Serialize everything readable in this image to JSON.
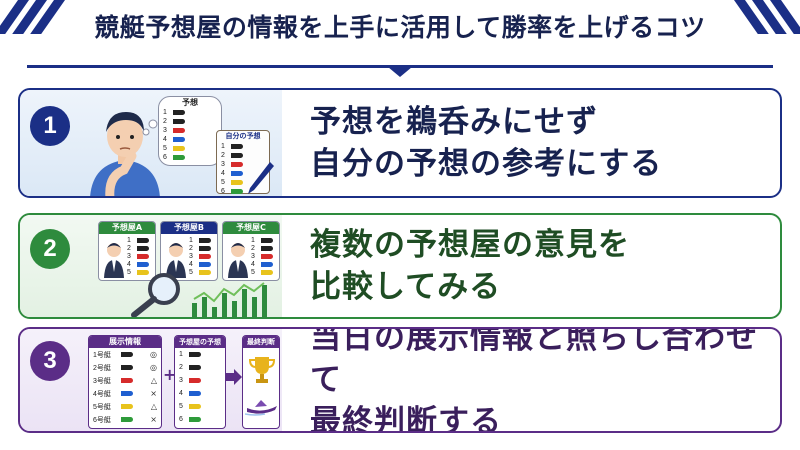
{
  "header": {
    "title": "競艇予想屋の情報を上手に活用して勝率を上げるコツ"
  },
  "tips": [
    {
      "number": "1",
      "line1": "予想を鵜呑みにせず",
      "line2": "自分の予想の参考にする",
      "bubble_title": "予想",
      "clipboard_title": "自分の予想",
      "rows": [
        "1",
        "2",
        "3",
        "4",
        "5",
        "6"
      ]
    },
    {
      "number": "2",
      "line1": "複数の予想屋の意見を",
      "line2": "比較してみる",
      "panels": [
        "予想屋A",
        "予想屋B",
        "予想屋C"
      ]
    },
    {
      "number": "3",
      "line1": "当日の展示情報と照らし合わせて",
      "line2": "最終判断する",
      "exhibit_title": "展示情報",
      "exhibit_rows": [
        "1号艇",
        "2号艇",
        "3号艇",
        "4号艇",
        "5号艇",
        "6号艇"
      ],
      "exhibit_marks": [
        "◎",
        "◎",
        "△",
        "×",
        "△",
        "×"
      ],
      "plus": "+",
      "forecast_title": "予想屋の予想",
      "final_title": "最終判断"
    }
  ],
  "colors": {
    "navy": "#1b2f86",
    "green": "#2e8b3d",
    "purple": "#5b2d87",
    "boat_colors": [
      "#222222",
      "#222222",
      "#d62b2b",
      "#1f5fd0",
      "#e8c31c",
      "#2e9b3a"
    ]
  }
}
